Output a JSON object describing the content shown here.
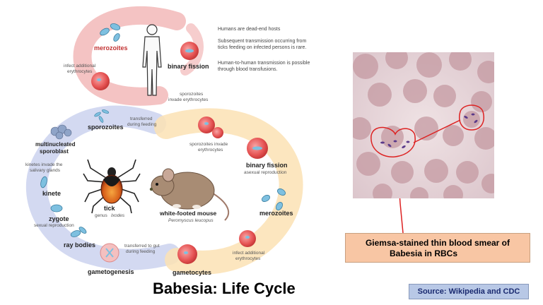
{
  "title": "Babesia: Life Cycle",
  "notes": [
    "Humans are dead-end hosts",
    "Subsequent transmission occurring from ticks feeding on infected persons is rare.",
    "Human-to-human transmission is possible through blood transfusions."
  ],
  "human_cycle": {
    "merozoites": "merozoites",
    "binary_fission": "binary fission",
    "infect": [
      "infect additional",
      "erythrocytes"
    ],
    "sporozoites_invade": [
      "sporozoites",
      "invade erythrocytes"
    ]
  },
  "tick_cycle": {
    "sporozoites": "sporozoites",
    "multinucleated": [
      "multinucleated",
      "sporoblast"
    ],
    "kinetes_invade": [
      "kinetes invade the",
      "salivary glands"
    ],
    "kinete": "kinete",
    "zygote": "zygote",
    "sexual_reproduction": "sexual reproduction",
    "ray_bodies": "ray bodies",
    "gametogenesis": "gametogenesis",
    "tick": "tick",
    "tick_genus": "genus",
    "tick_genus_name": "Ixodes"
  },
  "mouse_cycle": {
    "transferred_feeding": [
      "transferred",
      "during feeding"
    ],
    "sporozoites_invade": [
      "sporozoites invade",
      "erythrocytes"
    ],
    "binary_fission": "binary fission",
    "asexual_reproduction": "asexual reproduction",
    "merozoites": "merozoites",
    "infect": [
      "infect additional",
      "erythrocytes"
    ],
    "gametocytes": "gametocytes",
    "transferred_gut": [
      "transferred to gut",
      "during feeding"
    ],
    "mouse": "white-footed mouse",
    "mouse_species": "Peromyscus leucopus"
  },
  "caption": {
    "line1": "Giemsa-stained thin blood smear of",
    "line2": "Babesia in RBCs"
  },
  "source": "Source: Wikipedia and CDC",
  "colors": {
    "human_arrow": "#f2b8b8",
    "tick_arrow": "#c8d0ee",
    "mouse_arrow": "#fbe2b4",
    "rbc": "#e85a5a",
    "parasite": "#7ec0e0",
    "annotation": "#dd2222",
    "caption_bg": "#f8c6a4",
    "source_bg": "#b8c8e6"
  }
}
